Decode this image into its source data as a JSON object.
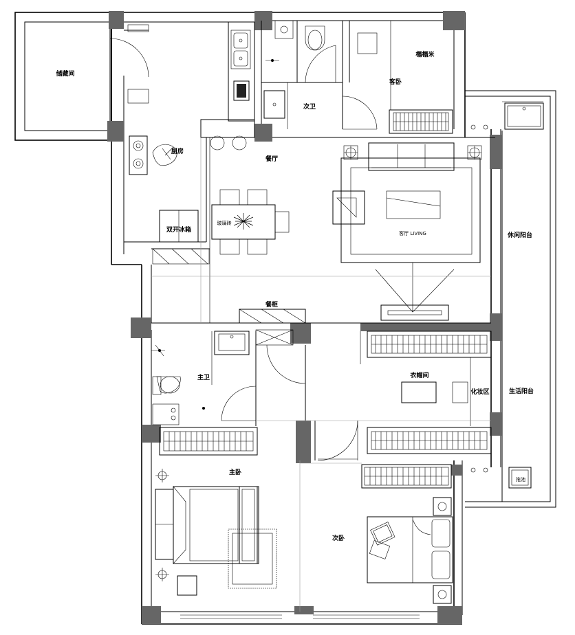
{
  "rooms": {
    "storage": "储藏间",
    "kitchen": "厨房",
    "fridge": "双开冰箱",
    "dining": "餐厅",
    "dining_table": "玻璃砖",
    "living": "客厅 LIVING",
    "sideboard": "餐柜",
    "guest_bath": "次卫",
    "guest_room": "客卧",
    "tatami": "榻榻米",
    "leisure_balcony": "休闲阳台",
    "life_balcony": "生活阳台",
    "master_bath": "主卫",
    "cloakroom": "衣帽间",
    "vanity": "化妆区",
    "master_bedroom": "主卧",
    "second_bedroom": "次卧",
    "mop_sink": "拖池"
  },
  "colors": {
    "wall_fill": "#666666",
    "line": "#000000",
    "background": "#ffffff"
  }
}
